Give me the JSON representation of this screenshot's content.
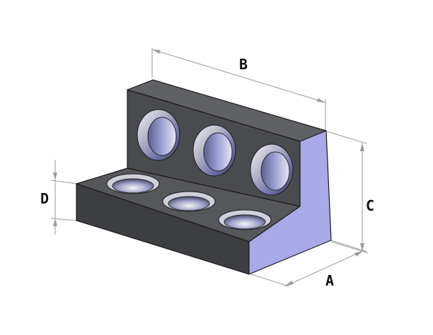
{
  "dimensions": {
    "A": "A",
    "B": "B",
    "C": "C",
    "D": "D"
  },
  "colors": {
    "background": "#ffffff",
    "body_top": "#5a5b5e",
    "body_front": "#3e3f42",
    "side_face": "#a8a8e6",
    "hole_rim": "#d8d8e2",
    "hole_interior": "#8a8cc4",
    "dimension_line": "#9a9a9a"
  }
}
